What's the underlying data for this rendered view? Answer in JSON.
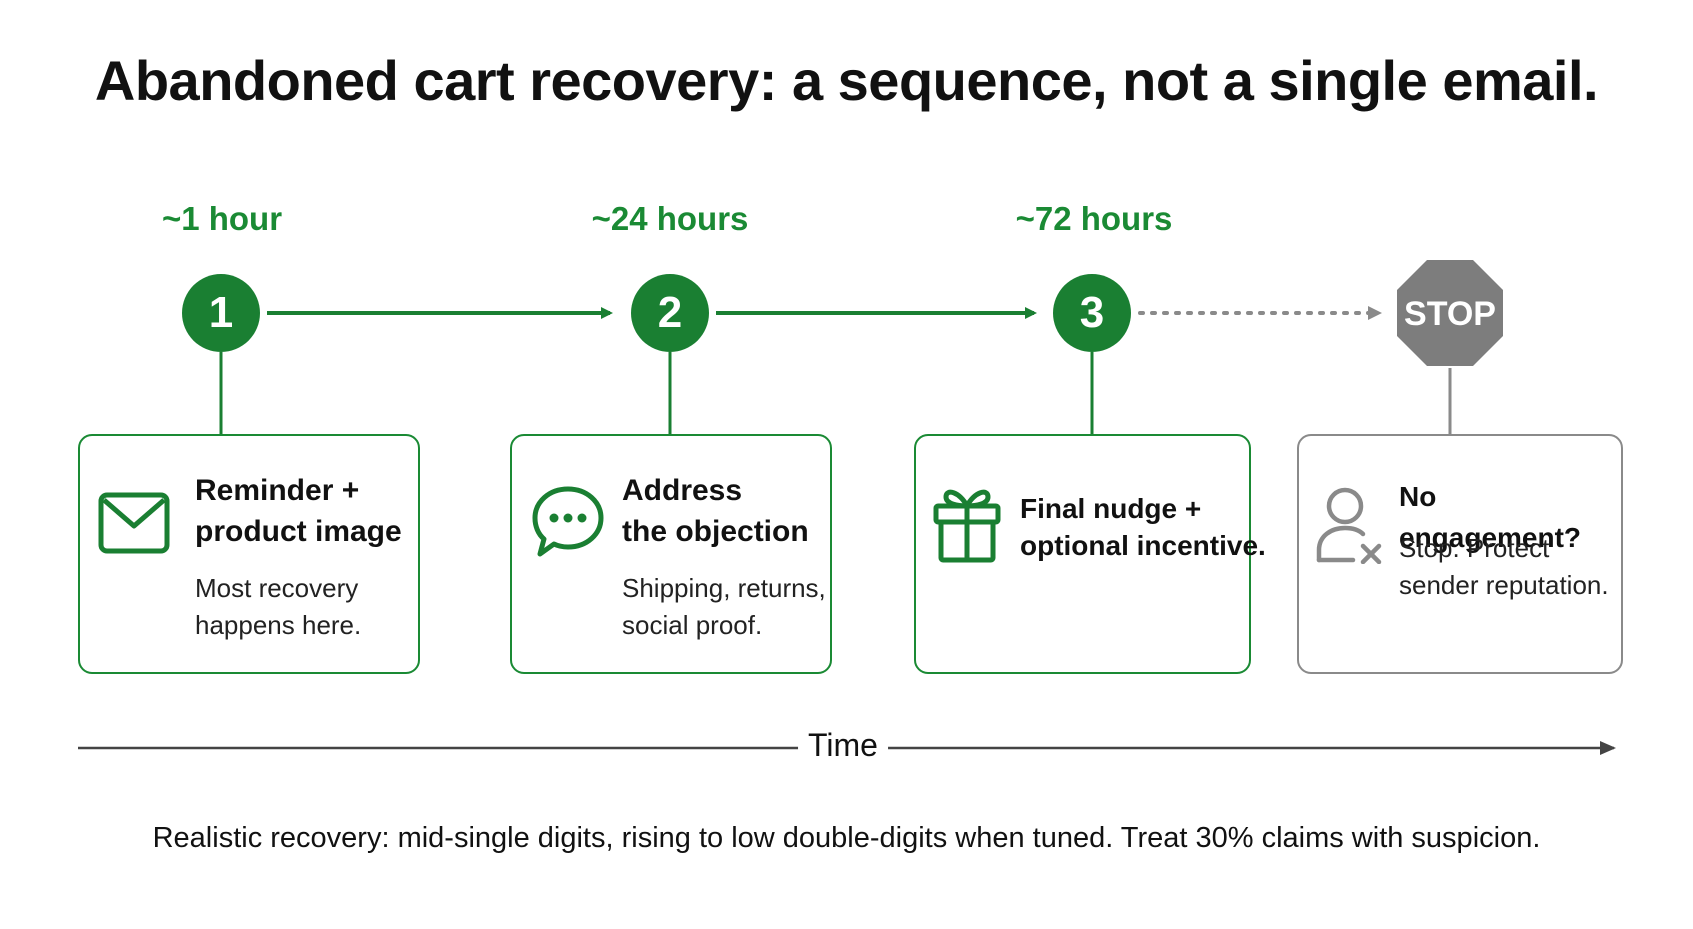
{
  "title": "Abandoned cart recovery: a sequence, not a single email.",
  "steps": [
    {
      "number": "1",
      "time": "~1 hour",
      "heading_lines": [
        "Reminder +",
        "product image"
      ],
      "body_lines": [
        "Most recovery",
        "happens here."
      ],
      "icon": "envelope-icon"
    },
    {
      "number": "2",
      "time": "~24 hours",
      "heading_lines": [
        "Address",
        "the objection"
      ],
      "body_lines": [
        "Shipping, returns,",
        "social proof."
      ],
      "icon": "chat-bubble-icon"
    },
    {
      "number": "3",
      "time": "~72 hours",
      "heading_lines": [
        "Final nudge +",
        "optional incentive."
      ],
      "body_lines": [],
      "icon": "gift-icon"
    }
  ],
  "stop": {
    "sign_text": "STOP",
    "heading": "No engagement?",
    "body_lines": [
      "Stop. Protect",
      "sender reputation."
    ],
    "icon": "user-x-icon"
  },
  "axis_label": "Time",
  "footnote": "Realistic recovery: mid-single digits, rising to low double-digits when tuned. Treat 30% claims with suspicion.",
  "colors": {
    "green": "#1a7f32",
    "green_text": "#1a8a34",
    "grey": "#8a8a8a",
    "stop_fill": "#7d7d7d"
  }
}
